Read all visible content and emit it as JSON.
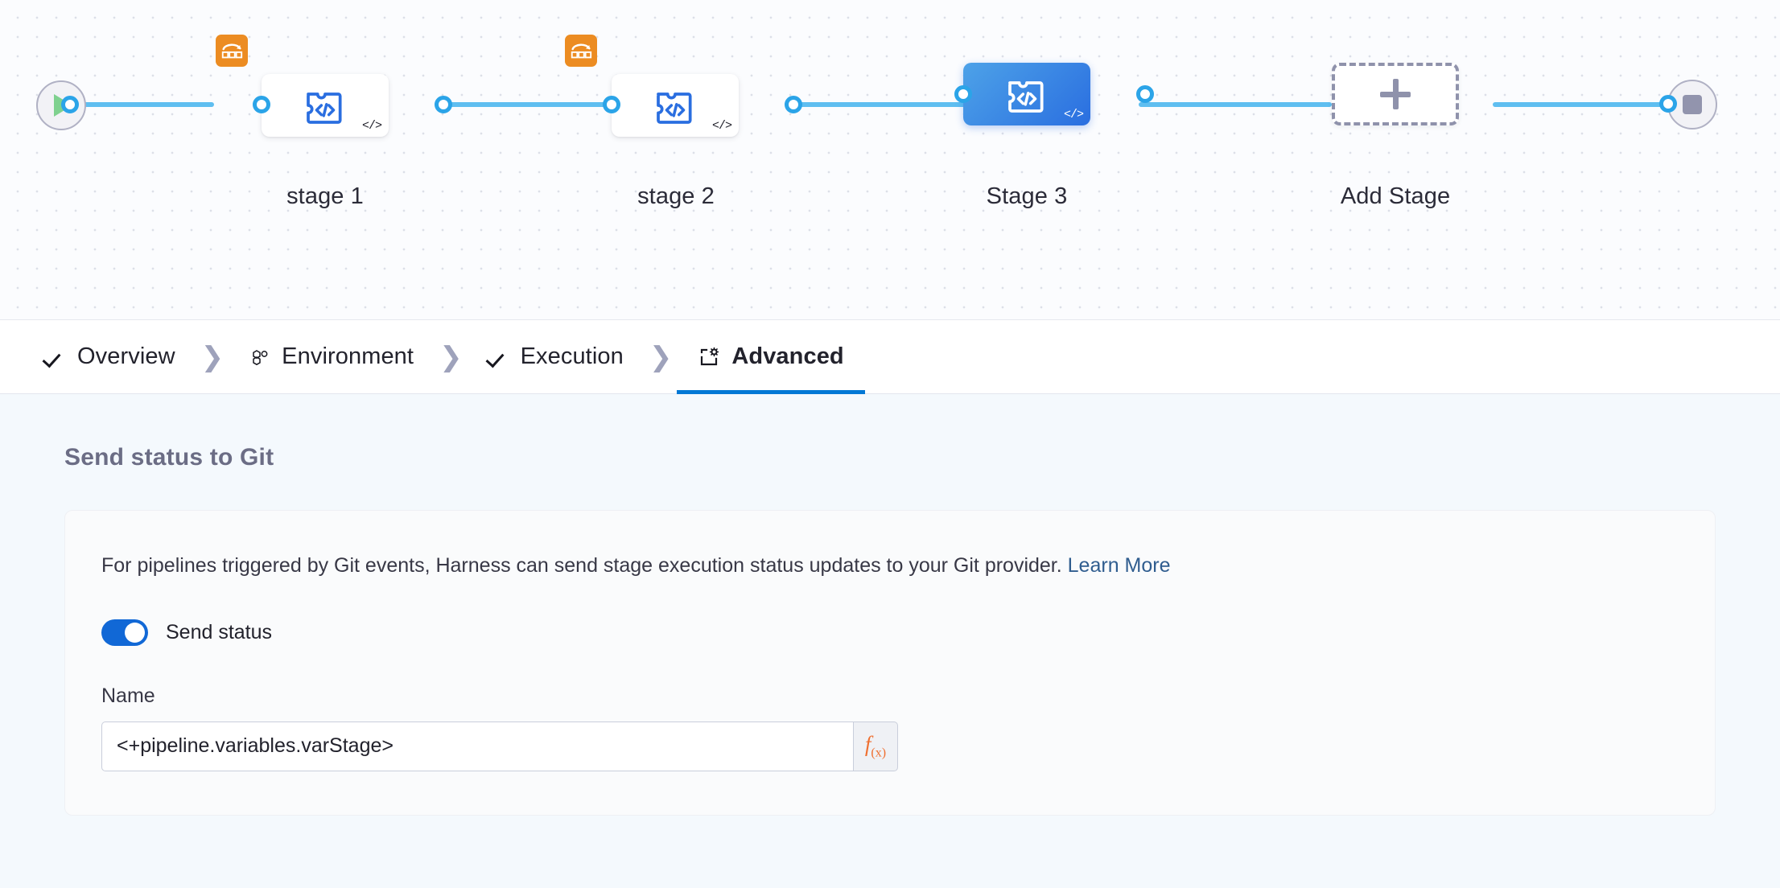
{
  "canvas": {
    "start_node": {
      "name": "pipeline-start",
      "icon": "play-icon"
    },
    "end_node": {
      "name": "pipeline-end",
      "icon": "stop-icon"
    },
    "stages": [
      {
        "label": "stage 1",
        "type_icon": "custom-stage-icon",
        "badge_icon": "matrix-looping-icon",
        "has_badge": true,
        "selected": false,
        "code_glyph": "</>"
      },
      {
        "label": "stage 2",
        "type_icon": "custom-stage-icon",
        "badge_icon": "matrix-looping-icon",
        "has_badge": true,
        "selected": false,
        "code_glyph": "</>"
      },
      {
        "label": "Stage 3",
        "type_icon": "custom-stage-icon",
        "badge_icon": "",
        "has_badge": false,
        "selected": true,
        "code_glyph": "</>"
      }
    ],
    "add_stage": {
      "label": "Add Stage",
      "icon": "plus-icon"
    }
  },
  "tabs": [
    {
      "label": "Overview",
      "icon": "check-icon",
      "active": false
    },
    {
      "label": "Environment",
      "icon": "environment-icon",
      "active": false
    },
    {
      "label": "Execution",
      "icon": "check-icon",
      "active": false
    },
    {
      "label": "Advanced",
      "icon": "advanced-gear-icon",
      "active": true
    }
  ],
  "tab_separator": "❯",
  "content": {
    "section_title": "Send status to Git",
    "description": "For pipelines triggered by Git events, Harness can send stage execution status updates to your Git provider. ",
    "learn_more": "Learn More",
    "toggle": {
      "label": "Send status",
      "on": true
    },
    "name_field": {
      "label": "Name",
      "value": "<+pipeline.variables.varStage>",
      "placeholder": "Name",
      "expression_button": {
        "glyph": "f",
        "sub": "(x)"
      }
    }
  },
  "colors": {
    "accent_blue": "#0278d5",
    "connector_blue": "#5fbef0",
    "port_blue": "#2ba4e8",
    "selected_stage_from": "#4da2e8",
    "selected_stage_to": "#2a6ee0",
    "matrix_orange": "#ec8c22",
    "fx_orange": "#ef7031",
    "link_blue": "#305d8f",
    "play_green": "#7fd18f",
    "muted_gray": "#8f92ab"
  }
}
